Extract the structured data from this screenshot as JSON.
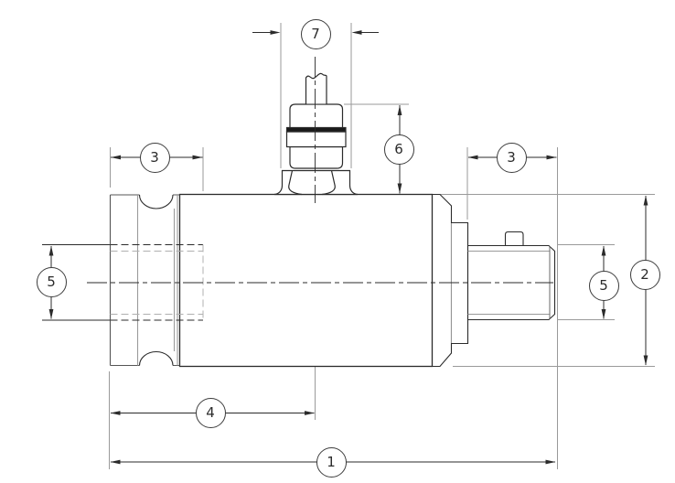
{
  "drawing": {
    "balloons": {
      "overall_length": "1",
      "outer_diameter": "2",
      "left_end_width": "3",
      "right_end_width": "3",
      "sensor_center_from_left_end": "4",
      "left_port_bore": "5",
      "right_port_size": "5",
      "sensor_height": "6",
      "sensor_width": "7"
    },
    "colors": {
      "line": "#2b2b2b",
      "thin_line": "#9a9a9a",
      "hidden_line_light": "#b0b0b0",
      "background": "#ffffff"
    }
  }
}
